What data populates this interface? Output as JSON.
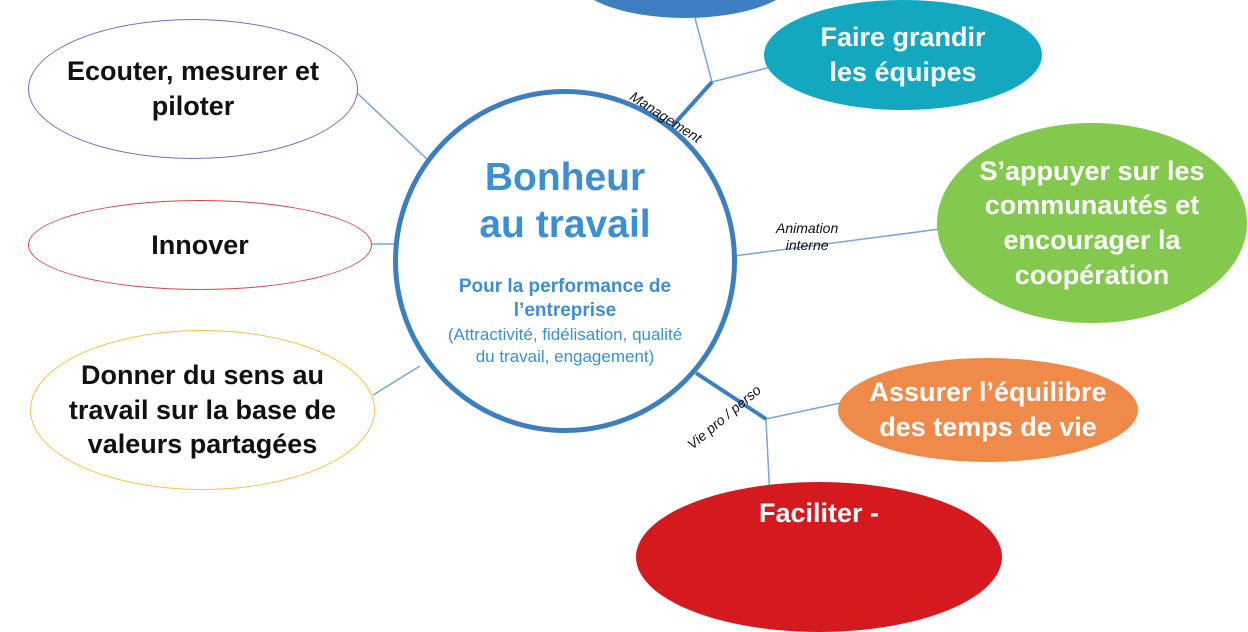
{
  "center": {
    "title_line1": "Bonheur",
    "title_line2": "au travail",
    "subtitle_line1": "Pour la performance de",
    "subtitle_line2": "l’entreprise",
    "note_line1": "(Attractivité, fidélisation, qualité",
    "note_line2": "du travail, engagement)"
  },
  "left_nodes": [
    {
      "line1": "Ecouter, mesurer et",
      "line2": "piloter"
    },
    {
      "line1": "Innover"
    },
    {
      "line1": "Donner du sens au",
      "line2": "travail sur la base de",
      "line3": "valeurs partagées"
    }
  ],
  "right_nodes": {
    "grow_teams": {
      "line1": "Faire grandir",
      "line2": "les équipes"
    },
    "communities": {
      "line1": "S’appuyer sur les",
      "line2": "communautés et",
      "line3": "encourager la",
      "line4": "coopération"
    },
    "balance": {
      "line1": "Assurer l’équilibre",
      "line2": "des temps de vie"
    },
    "facilitate": {
      "line1": "Faciliter -"
    }
  },
  "branch_labels": {
    "management": "Management",
    "animation_line1": "Animation",
    "animation_line2": "interne",
    "vie": "Vie pro / perso"
  },
  "colors": {
    "center_border": "#3c7fbf",
    "center_text": "#3c8fd1",
    "teal": "#13a8bf",
    "green": "#82c94e",
    "orange": "#f08a4b",
    "red": "#d41a1f",
    "top_blue": "#3d7fc0",
    "outline_purple": "#8a63b7",
    "outline_red": "#d9464a",
    "outline_yellow": "#f2c34b"
  }
}
